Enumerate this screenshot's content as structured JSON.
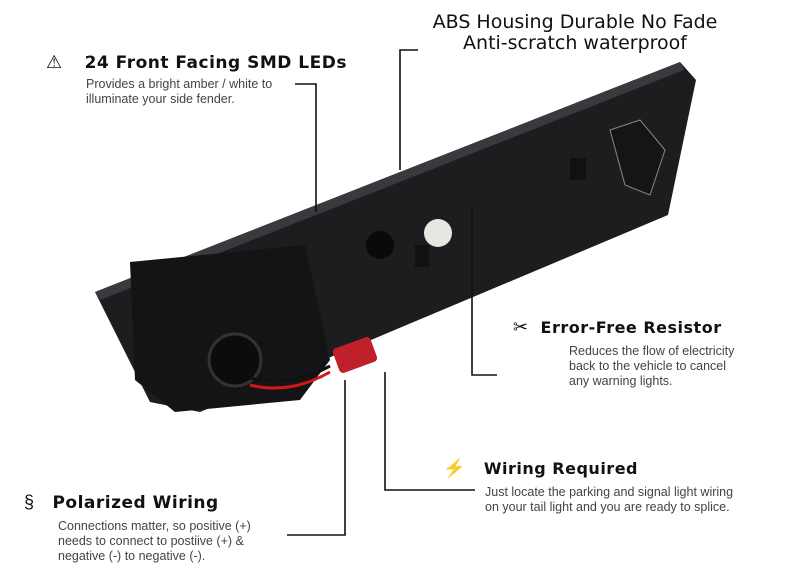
{
  "title": {
    "line1": "ABS Housing Durable No Fade",
    "line2": "Anti-scratch waterproof"
  },
  "features": [
    {
      "heading": "24 Front Facing SMD LEDs",
      "icon": "led-light-icon",
      "desc_lines": [
        "Provides a bright amber / white to",
        "illuminate your side fender."
      ]
    },
    {
      "heading": "Error-Free Resistor",
      "icon": "tools-icon",
      "desc_lines": [
        "Reduces the flow of electricity",
        "back to the vehicle to cancel",
        "any warning lights."
      ]
    },
    {
      "heading": "Wiring Required",
      "icon": "plug-icon",
      "desc_lines": [
        "Just locate the parking and signal light wiring",
        "on your tail light and you are ready to splice."
      ]
    },
    {
      "heading": "Polarized Wiring",
      "icon": "polarized-wire-icon",
      "desc_lines": [
        "Connections matter, so positive (+)",
        "needs to connect to postiive (+) &",
        "negative (-) to negative (-)."
      ]
    }
  ],
  "colors": {
    "housing": "#1c1c1e",
    "wire_red": "#d01818",
    "accent": "#c0202a"
  }
}
